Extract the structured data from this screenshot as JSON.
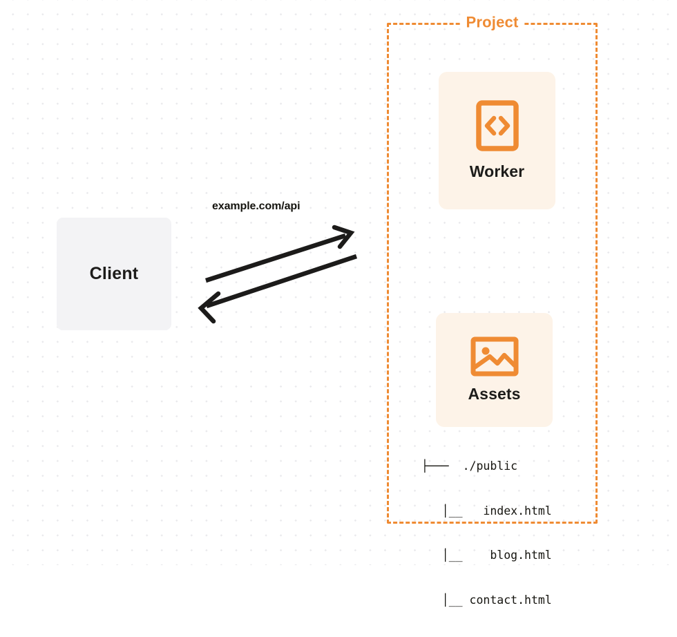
{
  "diagram": {
    "title": "Client to Project Worker and Assets request flow",
    "background": {
      "grid": "dot-grid",
      "dot_color": "#e9e9ec",
      "page_color": "#ffffff"
    },
    "colors": {
      "accent_orange": "#ef8b33",
      "card_fill": "#fdf3e8",
      "client_fill": "#f3f3f5",
      "text_dark": "#1d1c1a",
      "arrow": "#1c1b1a"
    },
    "client": {
      "label": "Client"
    },
    "connection": {
      "label": "example.com/api",
      "request_direction": "client-to-project",
      "response_direction": "project-to-client"
    },
    "project": {
      "title": "Project",
      "border_style": "dashed",
      "cards": [
        {
          "label": "Worker",
          "icon": "code-brackets-icon"
        },
        {
          "label": "Assets",
          "icon": "image-picture-icon"
        }
      ],
      "file_tree": [
        "├───  ./public",
        "   │__   index.html",
        "   │__    blog.html",
        "   │__ contact.html"
      ]
    }
  }
}
